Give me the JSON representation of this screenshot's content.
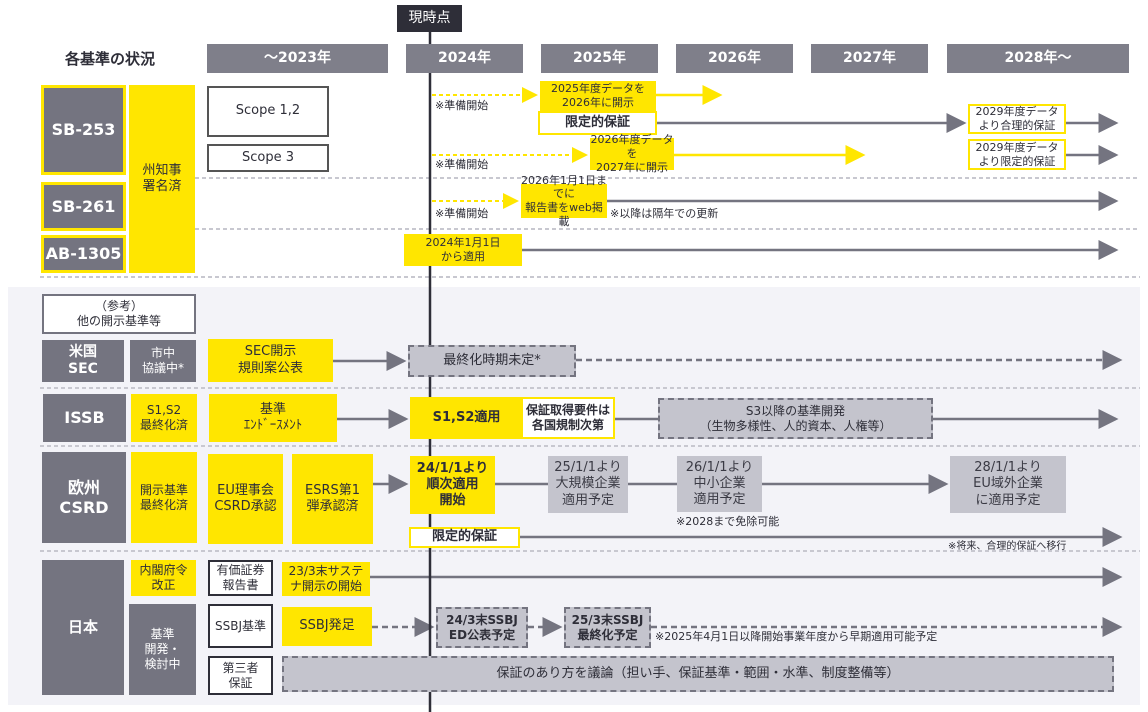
{
  "now_label": "現時点",
  "section_title": "各基準の状況",
  "years": [
    "～2023年",
    "2024年",
    "2025年",
    "2026年",
    "2027年",
    "2028年～"
  ],
  "california": {
    "sb253": "SB-253",
    "sb261": "SB-261",
    "ab1305": "AB-1305",
    "signed": "州知事\n署名済",
    "scope12": "Scope 1,2",
    "scope3": "Scope 3",
    "prep": "※準備開始",
    "sb253_r1_box": "2025年度データを\n2026年に開示",
    "sb253_limited": "限定的保証",
    "sb253_r1_end": "2029年度データ\nより合理的保証",
    "sb253_r2_box": "2026年度データを\n2027年に開示",
    "sb253_r2_end": "2029年度データ\nより限定的保証",
    "sb261_box": "2026年1月1日までに\n報告書をweb掲載",
    "sb261_note": "※以降は隔年での更新",
    "ab1305_box": "2024年1月1日\nから適用"
  },
  "reference": {
    "title": "（参考）\n他の開示基準等",
    "us": {
      "name": "米国\nSEC",
      "status": "市中\n協議中*",
      "step1": "SEC開示\n規則案公表",
      "step2": "最終化時期未定*"
    },
    "issb": {
      "name": "ISSB",
      "status": "S1,S2\n最終化済",
      "step1": "基準\nｴﾝﾄﾞｰｽﾒﾝﾄ",
      "step2": "S1,S2適用",
      "step2b": "保証取得要件は\n各国規制次第",
      "step3": "S3以降の基準開発\n（生物多様性、人的資本、人権等）"
    },
    "eu": {
      "name": "欧州\nCSRD",
      "status": "開示基準\n最終化済",
      "step1": "EU理事会\nCSRD承認",
      "step2": "ESRS第1\n弾承認済",
      "step3": "24/1/1より\n順次適用\n開始",
      "step4": "25/1/1より\n大規模企業\n適用予定",
      "step5": "26/1/1より\n中小企業\n適用予定",
      "step5_note": "※2028まで免除可能",
      "step6": "28/1/1より\nEU域外企業\nに適用予定",
      "limited": "限定的保証",
      "limited_note": "※将来、合理的保証へ移行"
    },
    "jp": {
      "name": "日本",
      "status1": "内閣府令\n改正",
      "status2": "基準\n開発・\n検討中",
      "row1": "有価証券\n報告書",
      "row1_step": "23/3末サステ\nナ開示の開始",
      "row2": "SSBJ基準",
      "row2_step": "SSBJ発足",
      "row2_ed": "24/3末SSBJ\nED公表予定",
      "row2_final": "25/3末SSBJ\n最終化予定",
      "row2_note": "※2025年4月1日以降開始事業年度から早期適用可能予定",
      "row3": "第三者\n保証",
      "row3_step": "保証のあり方を議論（担い手、保証基準・範囲・水準、制度整備等）"
    }
  },
  "colors": {
    "yellow": "#FFE600",
    "dark_gray": "#747480",
    "light_gray": "#C4C4CD",
    "bg": "#F3F3F8"
  }
}
